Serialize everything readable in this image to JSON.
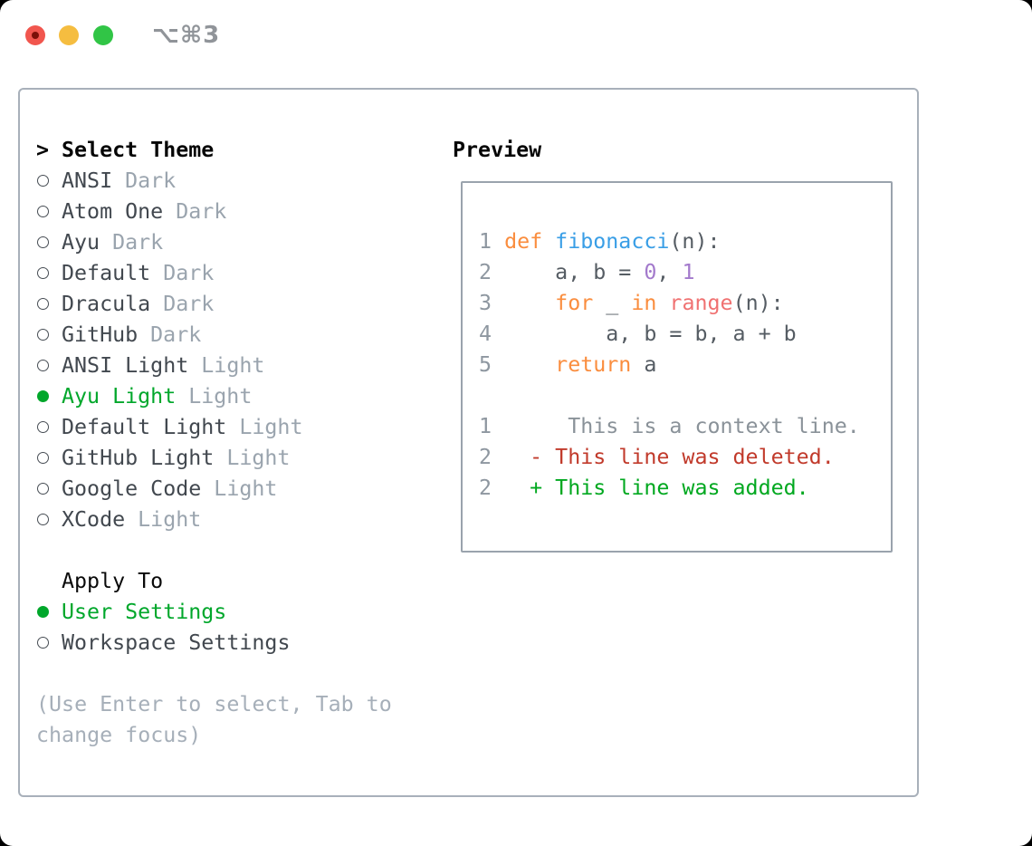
{
  "window": {
    "title": "⌥⌘3"
  },
  "colors": {
    "tl_red": "#f1564e",
    "tl_yellow": "#f5bd40",
    "tl_green": "#31c546",
    "panel_border": "#a8b0ba",
    "box_border": "#9aa3ad",
    "accent_green": "#00a72b",
    "text": "#42484f",
    "muted": "#9aa4ae",
    "help": "#a6afb9",
    "keyword": "#fa8d3e",
    "function": "#399ee6",
    "constant": "#a37acc",
    "builtin": "#f07171",
    "foreground": "#555c63",
    "line_number": "#8e97a0",
    "context": "#8a9299",
    "deleted": "#c13a2b",
    "added": "#00a81f"
  },
  "sidebar": {
    "header": {
      "prompt": ">",
      "label": "Select Theme"
    },
    "themes": [
      {
        "name": "ANSI",
        "variant": "Dark",
        "selected": false
      },
      {
        "name": "Atom One",
        "variant": "Dark",
        "selected": false
      },
      {
        "name": "Ayu",
        "variant": "Dark",
        "selected": false
      },
      {
        "name": "Default",
        "variant": "Dark",
        "selected": false
      },
      {
        "name": "Dracula",
        "variant": "Dark",
        "selected": false
      },
      {
        "name": "GitHub",
        "variant": "Dark",
        "selected": false
      },
      {
        "name": "ANSI Light",
        "variant": "Light",
        "selected": false
      },
      {
        "name": "Ayu Light",
        "variant": "Light",
        "selected": true
      },
      {
        "name": "Default Light",
        "variant": "Light",
        "selected": false
      },
      {
        "name": "GitHub Light",
        "variant": "Light",
        "selected": false
      },
      {
        "name": "Google Code",
        "variant": "Light",
        "selected": false
      },
      {
        "name": "XCode",
        "variant": "Light",
        "selected": false
      }
    ],
    "apply_to": {
      "header": "Apply To",
      "options": [
        {
          "name": "User Settings",
          "selected": true
        },
        {
          "name": "Workspace Settings",
          "selected": false
        }
      ]
    },
    "help_lines": [
      "(Use Enter to select, Tab to",
      "change focus)"
    ]
  },
  "preview": {
    "header": "Preview",
    "code_lines": [
      {
        "name": "code-line-1",
        "tokens": [
          {
            "text": "1 ",
            "style": "num"
          },
          {
            "text": "def ",
            "style": "kw"
          },
          {
            "text": "fibonacci",
            "style": "fn"
          },
          {
            "text": "(n):",
            "style": "fg"
          }
        ]
      },
      {
        "name": "code-line-2",
        "tokens": [
          {
            "text": "2 ",
            "style": "num"
          },
          {
            "text": "    a, b = ",
            "style": "fg"
          },
          {
            "text": "0",
            "style": "const"
          },
          {
            "text": ", ",
            "style": "fg"
          },
          {
            "text": "1",
            "style": "const"
          }
        ]
      },
      {
        "name": "code-line-3",
        "tokens": [
          {
            "text": "3 ",
            "style": "num"
          },
          {
            "text": "    ",
            "style": "fg"
          },
          {
            "text": "for ",
            "style": "kw"
          },
          {
            "text": "_ ",
            "style": "fg"
          },
          {
            "text": "in ",
            "style": "kw"
          },
          {
            "text": "range",
            "style": "call"
          },
          {
            "text": "(n):",
            "style": "fg"
          }
        ]
      },
      {
        "name": "code-line-4",
        "tokens": [
          {
            "text": "4 ",
            "style": "num"
          },
          {
            "text": "        a, b = b, a + b",
            "style": "fg"
          }
        ]
      },
      {
        "name": "code-line-5",
        "tokens": [
          {
            "text": "5 ",
            "style": "num"
          },
          {
            "text": "    ",
            "style": "fg"
          },
          {
            "text": "return ",
            "style": "kw"
          },
          {
            "text": "a",
            "style": "fg"
          }
        ]
      },
      {
        "name": "blank-line",
        "tokens": []
      },
      {
        "name": "diff-context-line",
        "tokens": [
          {
            "text": "1 ",
            "style": "num"
          },
          {
            "text": "     This is a context line.",
            "style": "ctx"
          }
        ]
      },
      {
        "name": "diff-deleted-line",
        "tokens": [
          {
            "text": "2 ",
            "style": "num"
          },
          {
            "text": "  - This line was deleted.",
            "style": "del"
          }
        ]
      },
      {
        "name": "diff-added-line",
        "tokens": [
          {
            "text": "2 ",
            "style": "num"
          },
          {
            "text": "  + This line was added.",
            "style": "add"
          }
        ]
      }
    ]
  }
}
